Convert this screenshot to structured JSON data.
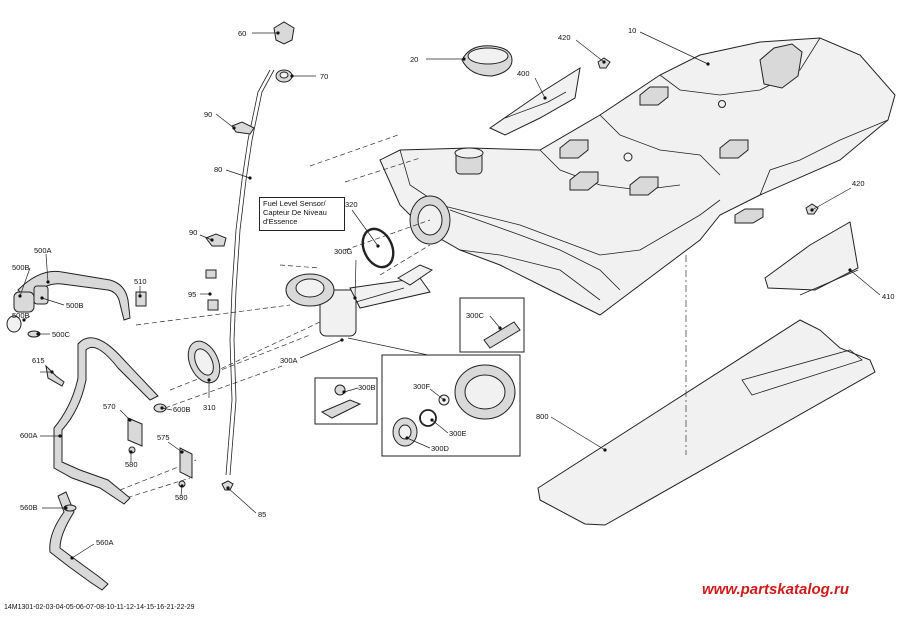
{
  "diagram": {
    "callouts": {
      "c10": "10",
      "c20": "20",
      "c60": "60",
      "c70": "70",
      "c80": "80",
      "c85": "85",
      "c90a": "90",
      "c90b": "90",
      "c95": "95",
      "c310": "310",
      "c320": "320",
      "c400": "400",
      "c410": "410",
      "c420a": "420",
      "c420b": "420",
      "c500A": "500A",
      "c500B1": "500B",
      "c500B2": "500B",
      "c500B3": "500B",
      "c500C": "500C",
      "c510": "510",
      "c560A": "560A",
      "c560B": "560B",
      "c570": "570",
      "c575": "575",
      "c580a": "580",
      "c580b": "580",
      "c600A": "600A",
      "c600B": "600B",
      "c615": "615",
      "c800": "800",
      "c300A": "300A",
      "c300B": "300B",
      "c300C": "300C",
      "c300D": "300D",
      "c300E": "300E",
      "c300F": "300F",
      "c300G": "300G"
    },
    "note_lines": [
      "Fuel Level Sensor/",
      "Capteur De Niveau",
      "d'Essence"
    ],
    "watermark": "www.partskatalog.ru",
    "drawing_id": "14M1301-02-03-04-05-06-07-08-10-11-12-14-15-16-21-22-29"
  }
}
